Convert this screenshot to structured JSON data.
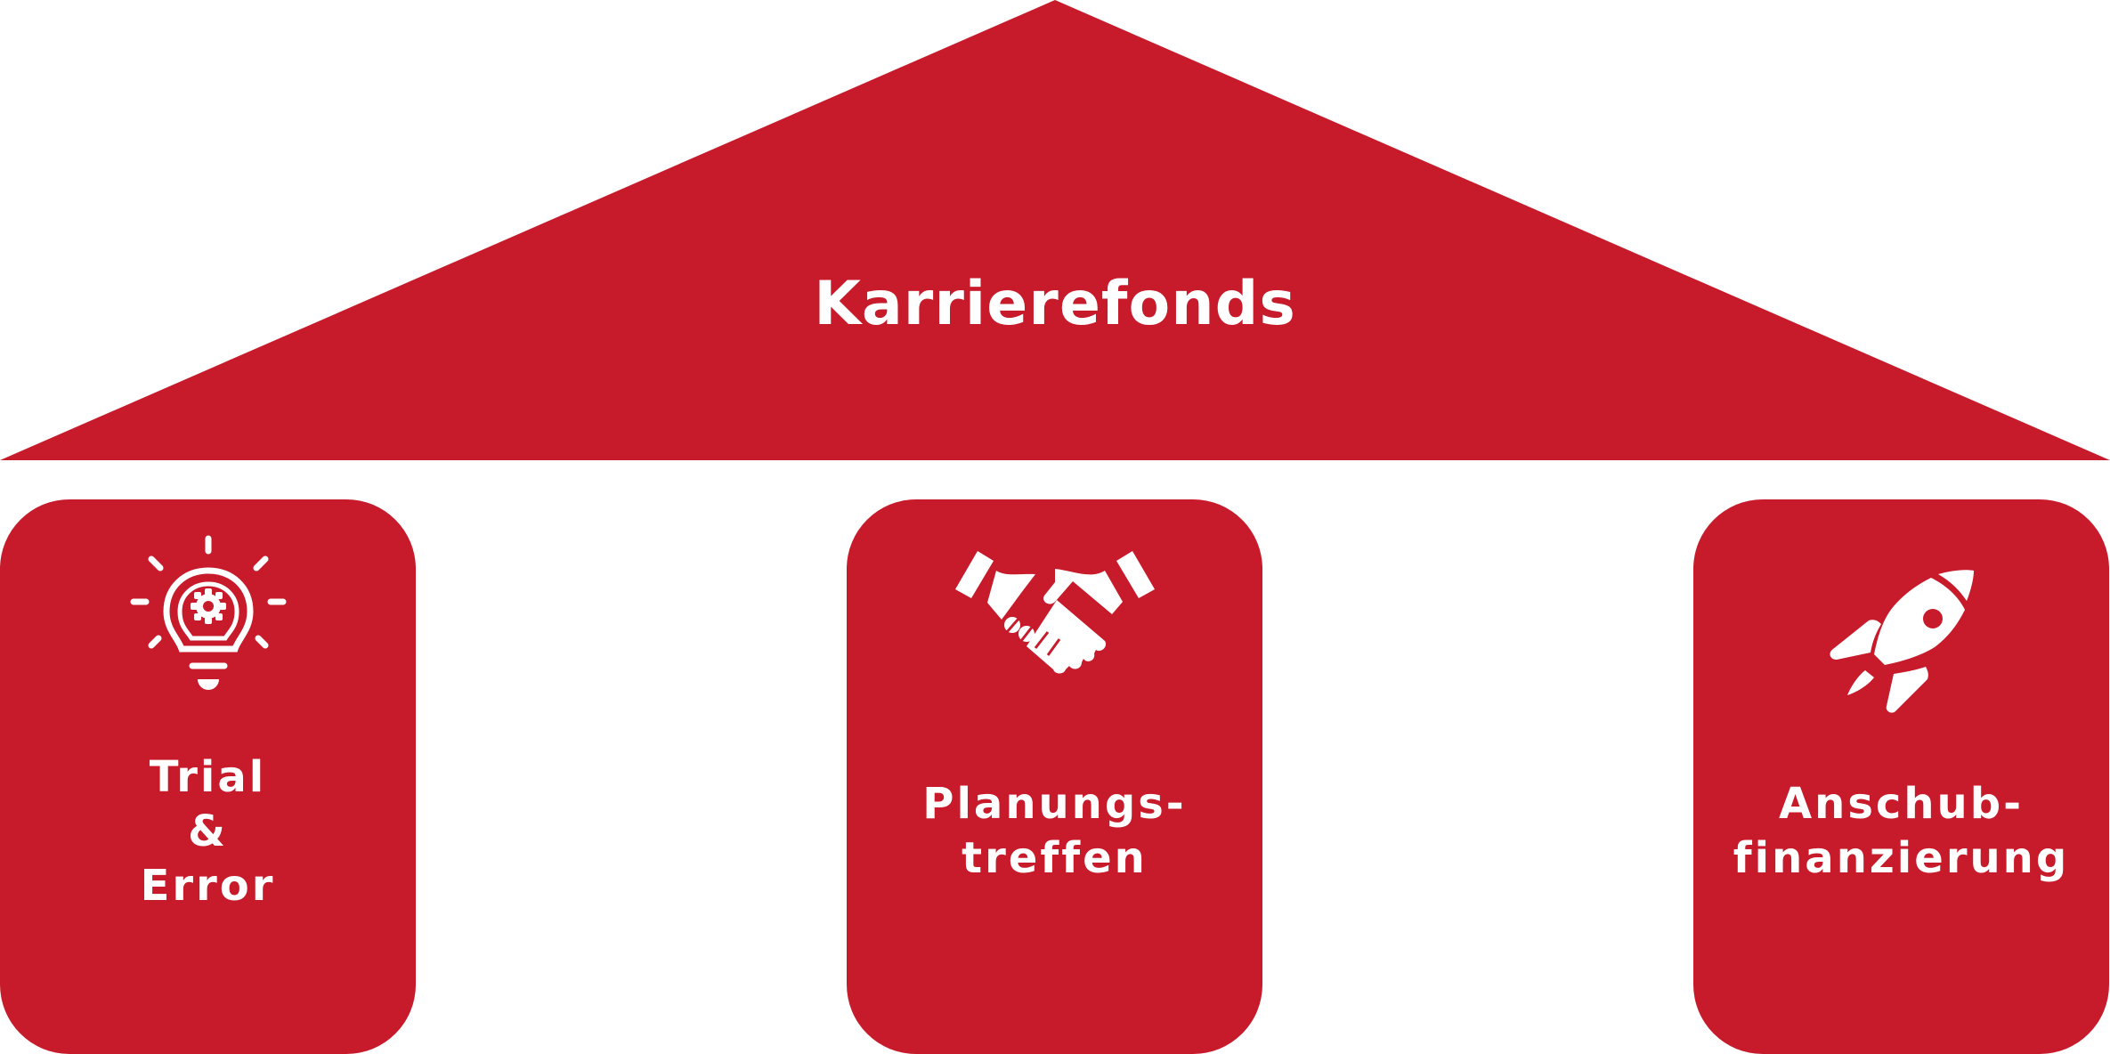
{
  "colors": {
    "brand_red": "#c71a2a",
    "text": "#ffffff"
  },
  "roof": {
    "title": "Karrierefonds"
  },
  "pillars": [
    {
      "icon": "lightbulb-gear-icon",
      "lines": [
        "Trial",
        "&",
        "Error"
      ]
    },
    {
      "icon": "handshake-icon",
      "lines": [
        "Planungs-",
        "treffen"
      ]
    },
    {
      "icon": "rocket-icon",
      "lines": [
        "Anschub-",
        "finanzierung"
      ]
    }
  ]
}
